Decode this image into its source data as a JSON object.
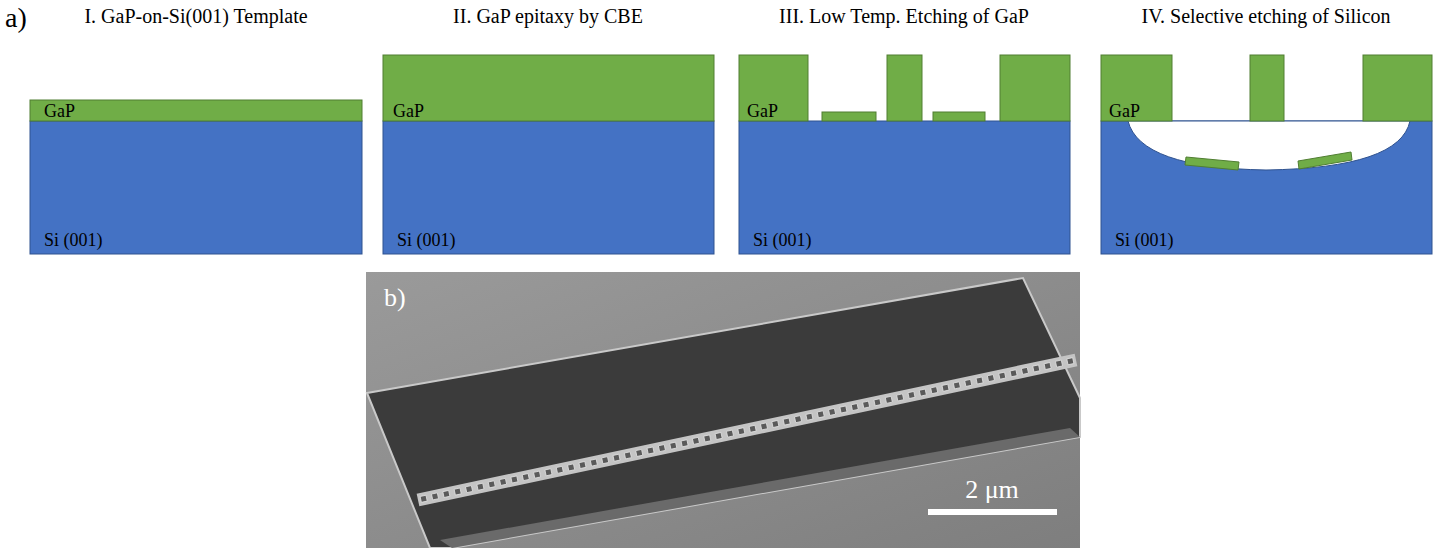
{
  "diagram": {
    "nodes": [
      {
        "text": [
          "GaP"
        ]
      },
      {
        "text": [
          "Si (001)"
        ]
      },
      {
        "text": [
          "GaP"
        ]
      },
      {
        "text": [
          "Si (001)"
        ]
      },
      {
        "text": [
          "GaP"
        ]
      },
      {
        "text": [
          "Si (001)"
        ]
      },
      {
        "text": [
          "GaP"
        ]
      },
      {
        "text": [
          "Si (001)"
        ]
      },
      {
        "text": [
          "b)",
          "2 μm"
        ]
      }
    ],
    "labels": [
      "a)",
      "I. GaP-on-Si(001) Template",
      "II. GaP epitaxy by CBE",
      "III. Low Temp. Etching of GaP",
      "IV. Selective etching of Silicon"
    ]
  }
}
